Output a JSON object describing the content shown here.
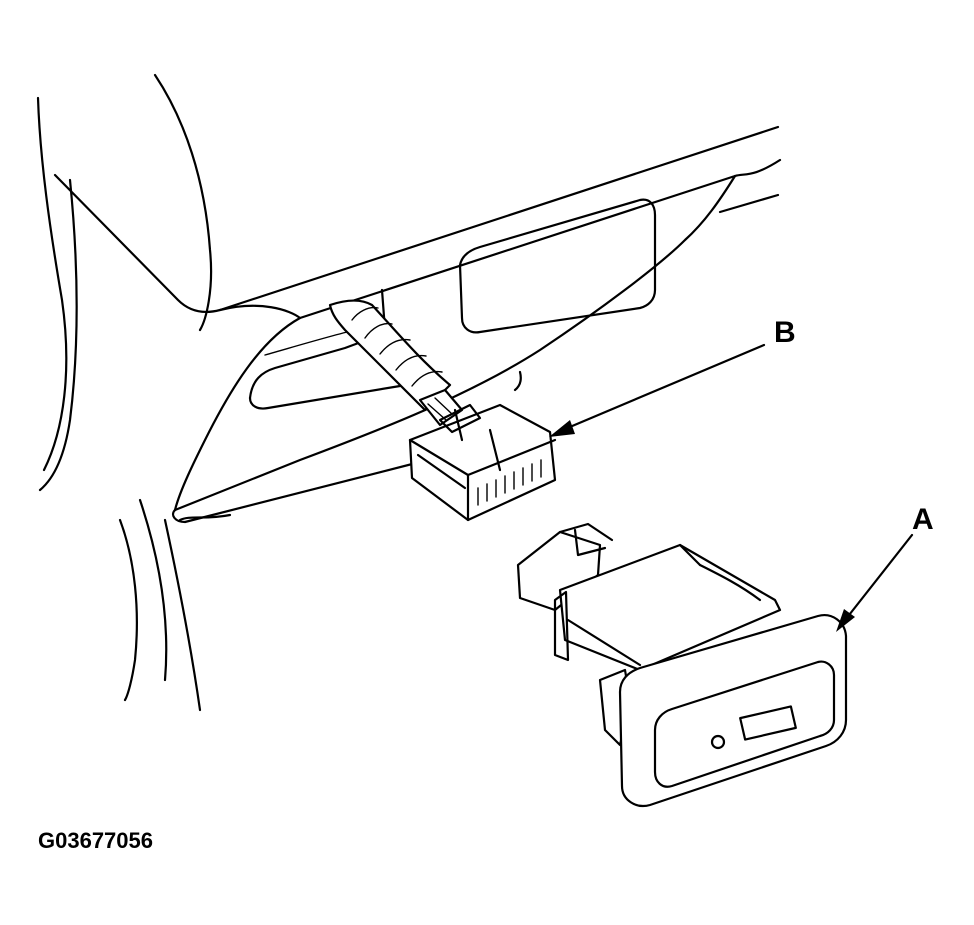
{
  "callouts": {
    "a": "A",
    "b": "B"
  },
  "figure_id": "G03677056"
}
